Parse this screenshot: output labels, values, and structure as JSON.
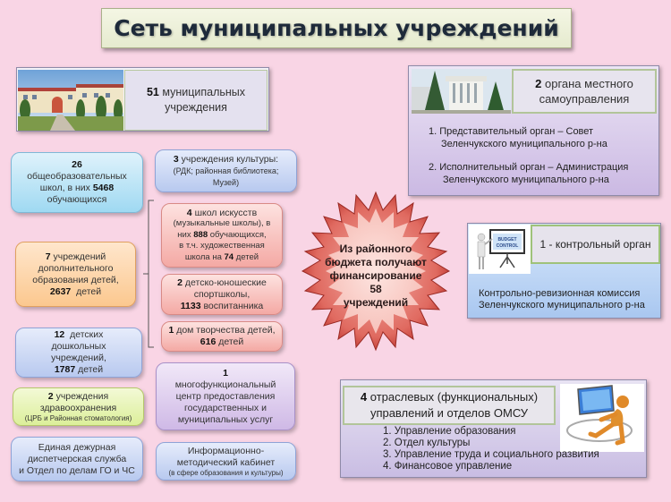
{
  "title": "Сеть муниципальных учреждений",
  "municipal": {
    "count": "51",
    "label": "муниципальных",
    "label2": "учреждения"
  },
  "local_gov": {
    "count": "2",
    "label": "органа местного",
    "label2": "самоуправления",
    "items": [
      {
        "line1": "1.  Представительный  орган  –  Совет",
        "line2": "Зеленчукского муниципального р-на"
      },
      {
        "line1": "2.  Исполнительный орган  –  Администрация",
        "line2": "Зеленчукского муниципального р-на"
      }
    ]
  },
  "schools": {
    "count": "26",
    "label": "общеобразовательных",
    "label2": "школ, в них",
    "students": "5468",
    "label3": "обучающихся"
  },
  "culture": {
    "count": "3",
    "label": "учреждения культуры:",
    "line2": "(РДК; районная библиотека;",
    "line3": "Музей)"
  },
  "additional_ed": {
    "count": "7",
    "label": "учреждений",
    "line2": "дополнительного",
    "line3": "образования детей,",
    "children": "2637",
    "label4": "детей"
  },
  "art_schools": {
    "count": "4",
    "label": "школ искусств",
    "line2": "(музыкальные школы), в",
    "line3a": "них",
    "students": "888",
    "line3b": "обучающихся,",
    "line4": "в т.ч. художественная",
    "line5a": "школа на",
    "art_count": "74",
    "line5b": "детей"
  },
  "sport_schools": {
    "count": "2",
    "label": "детско-юношеские",
    "line2": "спортшколы,",
    "pupils": "1133",
    "line3": "воспитанника"
  },
  "creativity_house": {
    "count": "1",
    "label": "дом творчества детей,",
    "children": "616",
    "line2": "детей"
  },
  "preschool": {
    "count": "12",
    "label": "детских",
    "line2": "дошкольных",
    "line3": "учреждений,",
    "children": "1787",
    "line4": "детей"
  },
  "health": {
    "count": "2",
    "label": "учреждения",
    "line2": "здравоохранения",
    "line3": "(ЦРБ и Районная стоматология)"
  },
  "dispatch": {
    "line1": "Единая дежурная",
    "line2": "диспетчерская служба",
    "line3": "и Отдел по делам  ГО и ЧС"
  },
  "mfc": {
    "count": "1",
    "line1": "многофункциональный",
    "line2": "центр предоставления",
    "line3": "государственных и",
    "line4": "муниципальных услуг"
  },
  "info_office": {
    "line1": "Информационно-",
    "line2": "методический кабинет",
    "line3": "(в сфере образования и культуры)"
  },
  "budget_star": {
    "line1": "Из районного",
    "line2": "бюджета получают",
    "line3": "финансирование",
    "count": "58",
    "line4": "учреждений"
  },
  "control": {
    "label": "1 - контрольный орган",
    "board_text1": "BUDGET",
    "board_text2": "CONTROL",
    "line1": "Контрольно-ревизионная комиссия",
    "line2": "Зеленчукского муниципального р-на"
  },
  "departments": {
    "count": "4",
    "label": "отраслевых (функциональных)",
    "label2": "управлений и отделов ОМСУ",
    "items": [
      "1. Управление образования",
      "2. Отдел культуры",
      "3. Управление труда и социального  развития",
      "4. Финансовое  управление"
    ]
  }
}
